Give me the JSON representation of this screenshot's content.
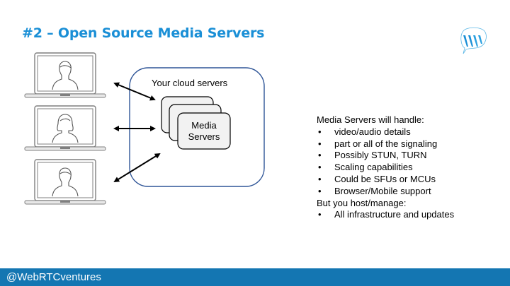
{
  "slide": {
    "title": "#2 – Open Source Media Servers",
    "logo_icon": "webrtc-ventures-speech-bubble-logo",
    "footer_handle": "@WebRTCventures",
    "colors": {
      "title": "#1a8fd6",
      "footer_bg": "#1476b2",
      "cloud_border": "#2f5597",
      "server_fill": "#f2f2f2"
    }
  },
  "diagram": {
    "clients": [
      {
        "name": "laptop-user-male-1",
        "icon": "laptop-person-icon"
      },
      {
        "name": "laptop-user-female",
        "icon": "laptop-person-icon"
      },
      {
        "name": "laptop-user-male-2",
        "icon": "laptop-person-icon"
      }
    ],
    "cloud_label": "Your cloud servers",
    "media_servers_label_line1": "Media",
    "media_servers_label_line2": "Servers"
  },
  "notes": {
    "heading": "Media Servers will handle:",
    "items": [
      "video/audio details",
      "part or all of the signaling",
      "Possibly STUN, TURN",
      "Scaling capabilities",
      "Could be SFUs or MCUs",
      "Browser/Mobile support"
    ],
    "subheading": "But you host/manage:",
    "sub_items": [
      "All infrastructure and updates"
    ],
    "bullet_char": "•"
  }
}
